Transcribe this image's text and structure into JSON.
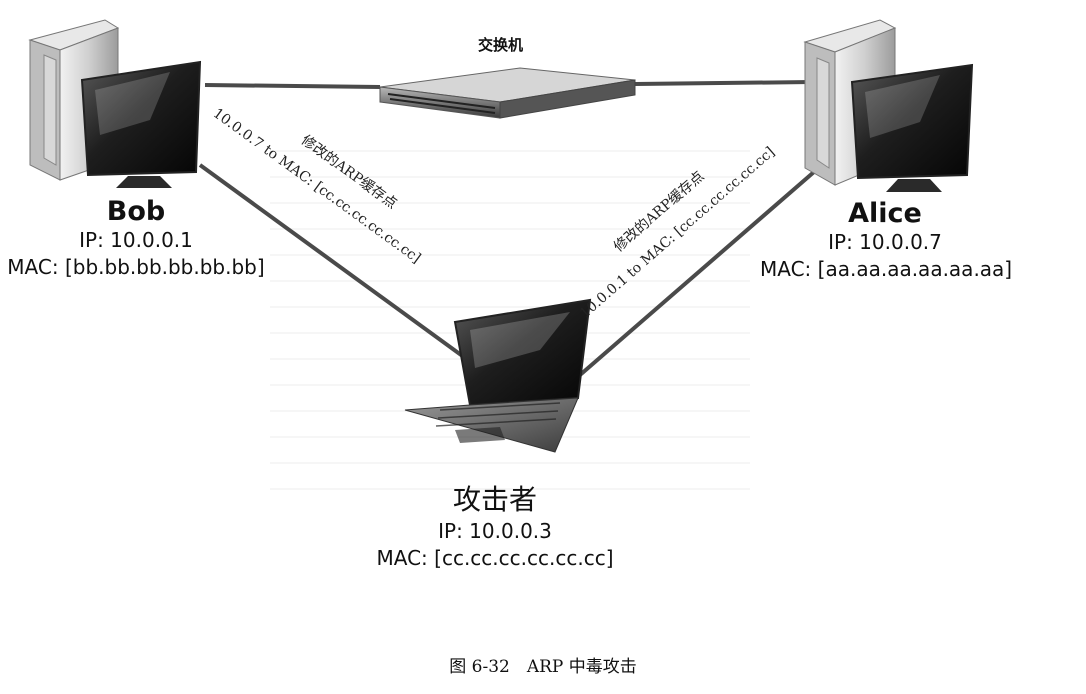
{
  "switch": {
    "label": "交换机"
  },
  "bob": {
    "name": "Bob",
    "ip": "IP: 10.0.0.1",
    "mac": "MAC: [bb.bb.bb.bb.bb.bb]"
  },
  "alice": {
    "name": "Alice",
    "ip": "IP: 10.0.0.7",
    "mac": "MAC: [aa.aa.aa.aa.aa.aa]"
  },
  "attacker": {
    "name": "攻击者",
    "ip": "IP: 10.0.0.3",
    "mac": "MAC: [cc.cc.cc.cc.cc.cc]"
  },
  "links": {
    "bob_attacker": {
      "line1": "修改的ARP缓存点",
      "line2": "10.0.0.7 to MAC: [cc.cc.cc.cc.cc.cc]"
    },
    "alice_attacker": {
      "line1": "修改的ARP缓存点",
      "line2": "10.0.0.1 to MAC: [cc.cc.cc.cc.cc.cc]"
    }
  },
  "caption": "图 6-32　ARP 中毒攻击"
}
